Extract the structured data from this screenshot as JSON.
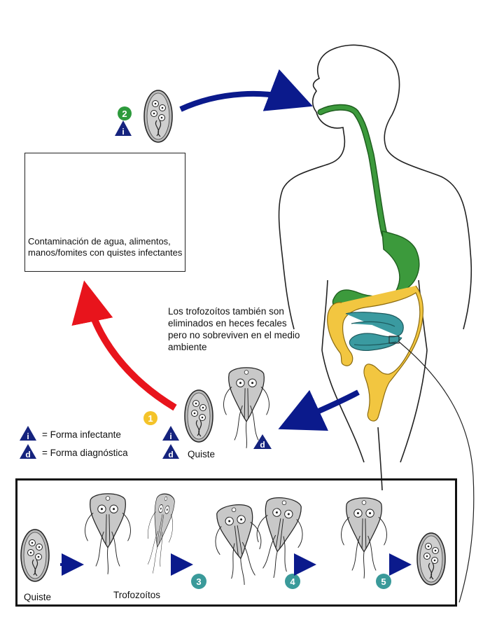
{
  "contamination_box": {
    "text": "Contaminación de agua, alimentos, manos/fomites con quistes infectantes"
  },
  "trophozoite_note": "Los trofozoítos también son eliminados en heces fecales pero no sobreviven en el medio ambiente",
  "stages": {
    "s1": "1",
    "s2": "2",
    "s3": "3",
    "s4": "4",
    "s5": "5"
  },
  "badges": {
    "infective": "i",
    "diagnostic": "d"
  },
  "legend": {
    "infective_label": "= Forma infectante",
    "diagnostic_label": "= Forma diagnóstica"
  },
  "labels": {
    "cyst_middle": "Quiste",
    "cyst_bottom": "Quiste",
    "trophozoites": "Trofozoítos"
  },
  "colors": {
    "arrow_blue": "#0b1a8c",
    "arrow_red": "#e8141c",
    "badge_green": "#2d9a3c",
    "badge_yellow": "#f4c329",
    "badge_teal": "#3a9a9a",
    "badge_navy": "#15237e",
    "esophagus_green": "#3c9a3c",
    "colon_yellow": "#f2c640",
    "intestine_teal": "#3a9aa0"
  }
}
